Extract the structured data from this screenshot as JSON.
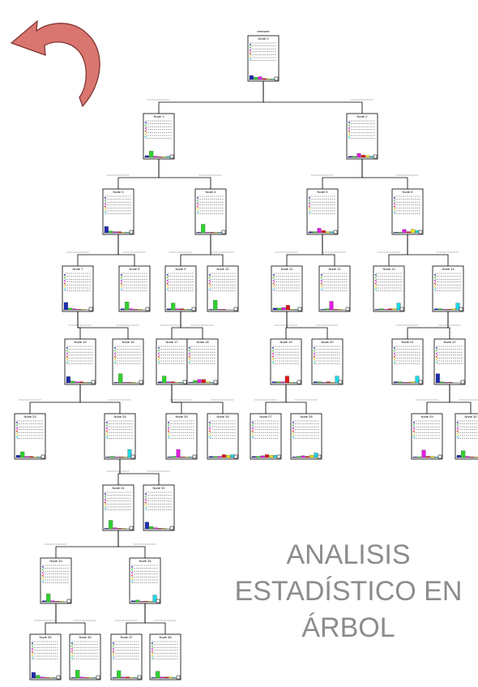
{
  "caption": {
    "line1": "ANALISIS",
    "line2": "ESTADÍSTICO EN",
    "line3": "ÁRBOL"
  },
  "colors": {
    "arrow_fill": "#d9766f",
    "arrow_stroke": "#7a2e2a",
    "caption": "#8c8c8c",
    "category_bars": [
      "#1f2bb0",
      "#2fd12f",
      "#e21de0",
      "#e01818",
      "#f0e612",
      "#22d7e4"
    ]
  },
  "icons": {
    "arrow": "curved-return-arrow-icon"
  },
  "tree": {
    "root_label": "reensele",
    "nodes": [
      {
        "id": "root",
        "title": "Node 0",
        "bars": [
          0.35,
          0.2,
          0.25,
          0.1,
          0.05,
          0.05
        ]
      },
      {
        "id": "n1",
        "title": "Node 1",
        "bars": [
          0.15,
          0.55,
          0.1,
          0.05,
          0.05,
          0.1
        ]
      },
      {
        "id": "n2",
        "title": "Node 2",
        "bars": [
          0.1,
          0.1,
          0.35,
          0.2,
          0.15,
          0.1
        ]
      },
      {
        "id": "n3",
        "title": "Node 3",
        "bars": [
          0.55,
          0.15,
          0.1,
          0.1,
          0.05,
          0.05
        ]
      },
      {
        "id": "n4",
        "title": "Node 4",
        "bars": [
          0.05,
          0.75,
          0.05,
          0.05,
          0.05,
          0.05
        ]
      },
      {
        "id": "n5",
        "title": "Node 5",
        "bars": [
          0.1,
          0.1,
          0.4,
          0.2,
          0.1,
          0.1
        ]
      },
      {
        "id": "n6",
        "title": "Node 6",
        "bars": [
          0.05,
          0.05,
          0.3,
          0.1,
          0.3,
          0.2
        ]
      },
      {
        "id": "n7",
        "title": "Node 7",
        "bars": [
          0.65,
          0.15,
          0.1,
          0.05,
          0.05,
          0
        ]
      },
      {
        "id": "n8",
        "title": "Node 8",
        "bars": [
          0.1,
          0.7,
          0.1,
          0.05,
          0.05,
          0
        ]
      },
      {
        "id": "n9",
        "title": "Node 9",
        "bars": [
          0.1,
          0.6,
          0.1,
          0.1,
          0.05,
          0.05
        ]
      },
      {
        "id": "n10",
        "title": "Node 10",
        "bars": [
          0.05,
          0.85,
          0.05,
          0.05,
          0,
          0
        ]
      },
      {
        "id": "n11",
        "title": "Node 11",
        "bars": [
          0.15,
          0.15,
          0.2,
          0.4,
          0.05,
          0.05
        ]
      },
      {
        "id": "n12",
        "title": "Node 12",
        "bars": [
          0.05,
          0.1,
          0.75,
          0.05,
          0.05,
          0
        ]
      },
      {
        "id": "n13",
        "title": "Node 13",
        "bars": [
          0.05,
          0.1,
          0.05,
          0.1,
          0.1,
          0.6
        ]
      },
      {
        "id": "n14",
        "title": "Node 14",
        "bars": [
          0.1,
          0.1,
          0.05,
          0.05,
          0.1,
          0.6
        ]
      },
      {
        "id": "n15",
        "title": "Node 15",
        "bars": [
          0.55,
          0.15,
          0.1,
          0.1,
          0.05,
          0.05
        ]
      },
      {
        "id": "n16",
        "title": "Node 16",
        "bars": [
          0.05,
          0.8,
          0.05,
          0.05,
          0.05,
          0
        ]
      },
      {
        "id": "n17",
        "title": "Node 17",
        "bars": [
          0.1,
          0.6,
          0.1,
          0.1,
          0.05,
          0.05
        ]
      },
      {
        "id": "n18",
        "title": "Node 18",
        "bars": [
          0.05,
          0.2,
          0.3,
          0.3,
          0.1,
          0.05
        ]
      },
      {
        "id": "n19",
        "title": "Node 19",
        "bars": [
          0.1,
          0.1,
          0.1,
          0.6,
          0.05,
          0.05
        ]
      },
      {
        "id": "n20",
        "title": "Node 20",
        "bars": [
          0.1,
          0.1,
          0.05,
          0.1,
          0.05,
          0.6
        ]
      },
      {
        "id": "n21",
        "title": "Node 21",
        "bars": [
          0.1,
          0.1,
          0.05,
          0.05,
          0.1,
          0.6
        ]
      },
      {
        "id": "n22",
        "title": "Node 22",
        "bars": [
          0.8,
          0.1,
          0.05,
          0.05,
          0,
          0
        ]
      },
      {
        "id": "n23",
        "title": "Node 23",
        "bars": [
          0.2,
          0.5,
          0.1,
          0.1,
          0.05,
          0.05
        ]
      },
      {
        "id": "n24",
        "title": "Node 24",
        "bars": [
          0.05,
          0.1,
          0.05,
          0.05,
          0.05,
          0.7
        ]
      },
      {
        "id": "n25",
        "title": "Node 25",
        "bars": [
          0.05,
          0.1,
          0.7,
          0.05,
          0.05,
          0.05
        ]
      },
      {
        "id": "n26",
        "title": "Node 26",
        "bars": [
          0.1,
          0.1,
          0.1,
          0.25,
          0.2,
          0.25
        ]
      },
      {
        "id": "n27",
        "title": "Node 27",
        "bars": [
          0.1,
          0.1,
          0.15,
          0.25,
          0.2,
          0.2
        ]
      },
      {
        "id": "n28",
        "title": "Node 28",
        "bars": [
          0.05,
          0.1,
          0.15,
          0.1,
          0.2,
          0.4
        ]
      },
      {
        "id": "n29",
        "title": "Node 29",
        "bars": [
          0.05,
          0.05,
          0.65,
          0.1,
          0.1,
          0.05
        ]
      },
      {
        "id": "n30",
        "title": "Node 30",
        "bars": [
          0.2,
          0.6,
          0.1,
          0.05,
          0.05,
          0
        ]
      },
      {
        "id": "n31",
        "title": "Node 31",
        "bars": [
          0.05,
          0.75,
          0.1,
          0.05,
          0.05,
          0
        ]
      },
      {
        "id": "n32",
        "title": "Node 32",
        "bars": [
          0.6,
          0.2,
          0.1,
          0.05,
          0.05,
          0
        ]
      },
      {
        "id": "n33",
        "title": "Node 33",
        "bars": [
          0.1,
          0.7,
          0.1,
          0.05,
          0.05,
          0
        ]
      },
      {
        "id": "n34",
        "title": "Node 34",
        "bars": [
          0.1,
          0.15,
          0.05,
          0.05,
          0.05,
          0.6
        ]
      },
      {
        "id": "n35",
        "title": "Node 35",
        "bars": [
          0.5,
          0.25,
          0.1,
          0.05,
          0.05,
          0.05
        ]
      },
      {
        "id": "n36",
        "title": "Node 36",
        "bars": [
          0.05,
          0.7,
          0.1,
          0.05,
          0.05,
          0.05
        ]
      },
      {
        "id": "n37",
        "title": "Node 37",
        "bars": [
          0.05,
          0.65,
          0.1,
          0.1,
          0.05,
          0.05
        ]
      },
      {
        "id": "n38",
        "title": "Node 38",
        "bars": [
          0.05,
          0.6,
          0.1,
          0.1,
          0.1,
          0.05
        ]
      }
    ]
  }
}
